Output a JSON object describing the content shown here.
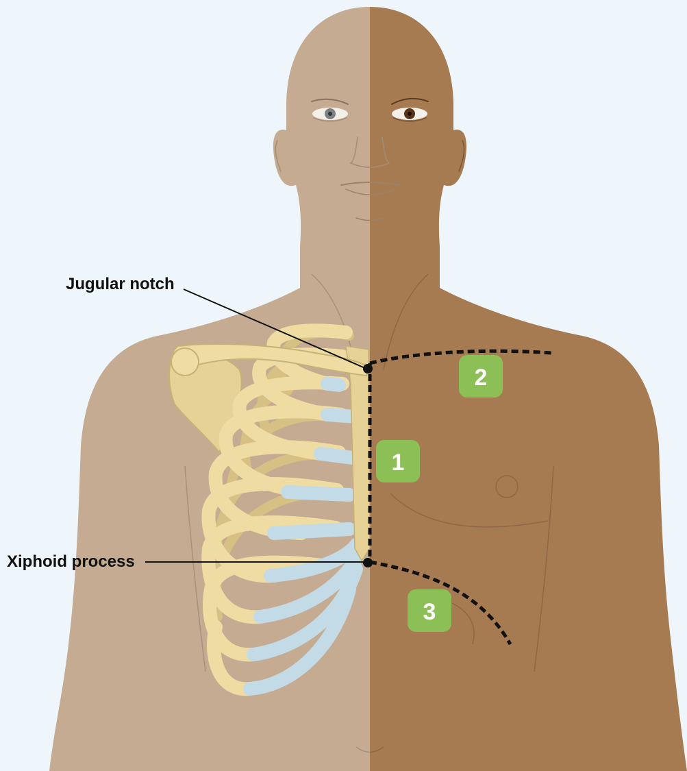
{
  "colors": {
    "background": "#eef6fb",
    "skin_light": "#c4ab92",
    "skin_dark": "#a67b52",
    "bone": "#eedca3",
    "cartilage": "#c3dbe6",
    "badge": "#8cbf55",
    "dashed_line": "#111111"
  },
  "labels": {
    "jugular_notch": "Jugular notch",
    "xiphoid_process": "Xiphoid process"
  },
  "regions": [
    {
      "number": "1"
    },
    {
      "number": "2"
    },
    {
      "number": "3"
    }
  ]
}
